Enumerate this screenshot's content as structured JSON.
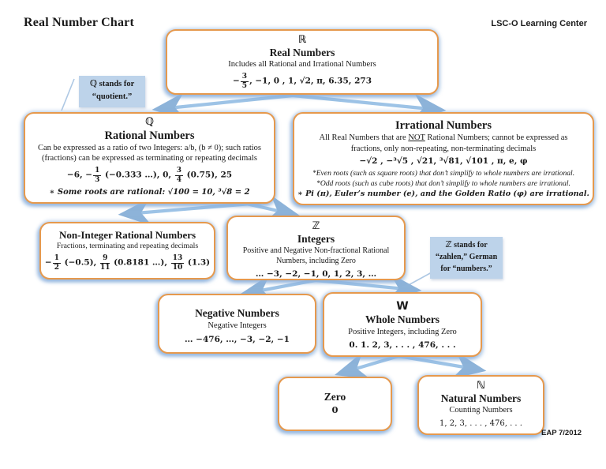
{
  "page": {
    "title": "Real Number Chart",
    "credit": "LSC-O Learning Center",
    "footer": "EAP 7/2012"
  },
  "callouts": {
    "q": {
      "sym": "ℚ",
      "line1_rest": " stands for",
      "line2": "“quotient.”"
    },
    "z": {
      "sym": "ℤ",
      "line1_rest": " stands for",
      "line2": "“zahlen,” German",
      "line3": "for “numbers.”"
    }
  },
  "boxes": {
    "real": {
      "symbol": "ℝ",
      "name": "Real Numbers",
      "desc": "Includes all Rational and Irrational Numbers",
      "ex_pre": "−",
      "f1n": "3",
      "f1d": "5",
      "ex_post": ", −1, 0 , 1, √2, π, 6.35, 273"
    },
    "rational": {
      "symbol": "ℚ",
      "name": "Rational Numbers",
      "desc1": "Can be expressed as a ratio of two Integers: a/b, (b ≠ 0); such ratios",
      "desc2": "(fractions) can be expressed as terminating or repeating decimals",
      "ex1": "−6, −",
      "f1n": "1",
      "f1d": "3",
      "ex2": " (−0.333 …), 0, ",
      "f2n": "3",
      "f2d": "4",
      "ex3": " (0.75), 25",
      "note": "∗ Some roots are rational: √100 = 10, ³√8 = 2"
    },
    "irrational": {
      "name": "Irrational Numbers",
      "desc1a": "All Real Numbers that are ",
      "desc1b": "NOT",
      "desc1c": " Rational Numbers; cannot be expressed as",
      "desc2": "fractions, only non-repeating, non-terminating decimals",
      "examples": "−√2 ,  −³√5 , √21, ³√81, √101 , π, e,  φ",
      "note1": "*Even roots (such as square roots) that don’t simplify to whole numbers are irrational.",
      "note2": "*Odd roots (such as cube roots) that don’t simplify to whole numbers are irrational.",
      "note3": "∗ Pi (π), Euler’s number (e), and the Golden Ratio (φ) are irrational."
    },
    "noninteger": {
      "name": "Non-Integer Rational Numbers",
      "desc": "Fractions, terminating and repeating decimals",
      "ex1": "−",
      "f1n": "1",
      "f1d": "2",
      "ex2": " (−0.5), ",
      "f2n": "9",
      "f2d": "11",
      "ex3": " (0.8181 …), ",
      "f3n": "13",
      "f3d": "10",
      "ex4": " (1.3)"
    },
    "integers": {
      "symbol": "ℤ",
      "name": "Integers",
      "desc1": "Positive and Negative Non-fractional Rational",
      "desc2": "Numbers, including Zero",
      "examples": "… −3, −2, −1, 0, 1, 2, 3, …"
    },
    "negative": {
      "name": "Negative Numbers",
      "desc": "Negative Integers",
      "examples": "… −476, …, −3, −2, −1"
    },
    "whole": {
      "symbol": "W",
      "name": "Whole Numbers",
      "desc": "Positive Integers, including Zero",
      "examples": "0. 1. 2, 3, . . . , 476, . . ."
    },
    "zero": {
      "name": "Zero",
      "examples": "0"
    },
    "natural": {
      "symbol": "ℕ",
      "name": "Natural Numbers",
      "desc": "Counting Numbers",
      "examples": "1, 2, 3, . . . , 476, . . ."
    }
  }
}
